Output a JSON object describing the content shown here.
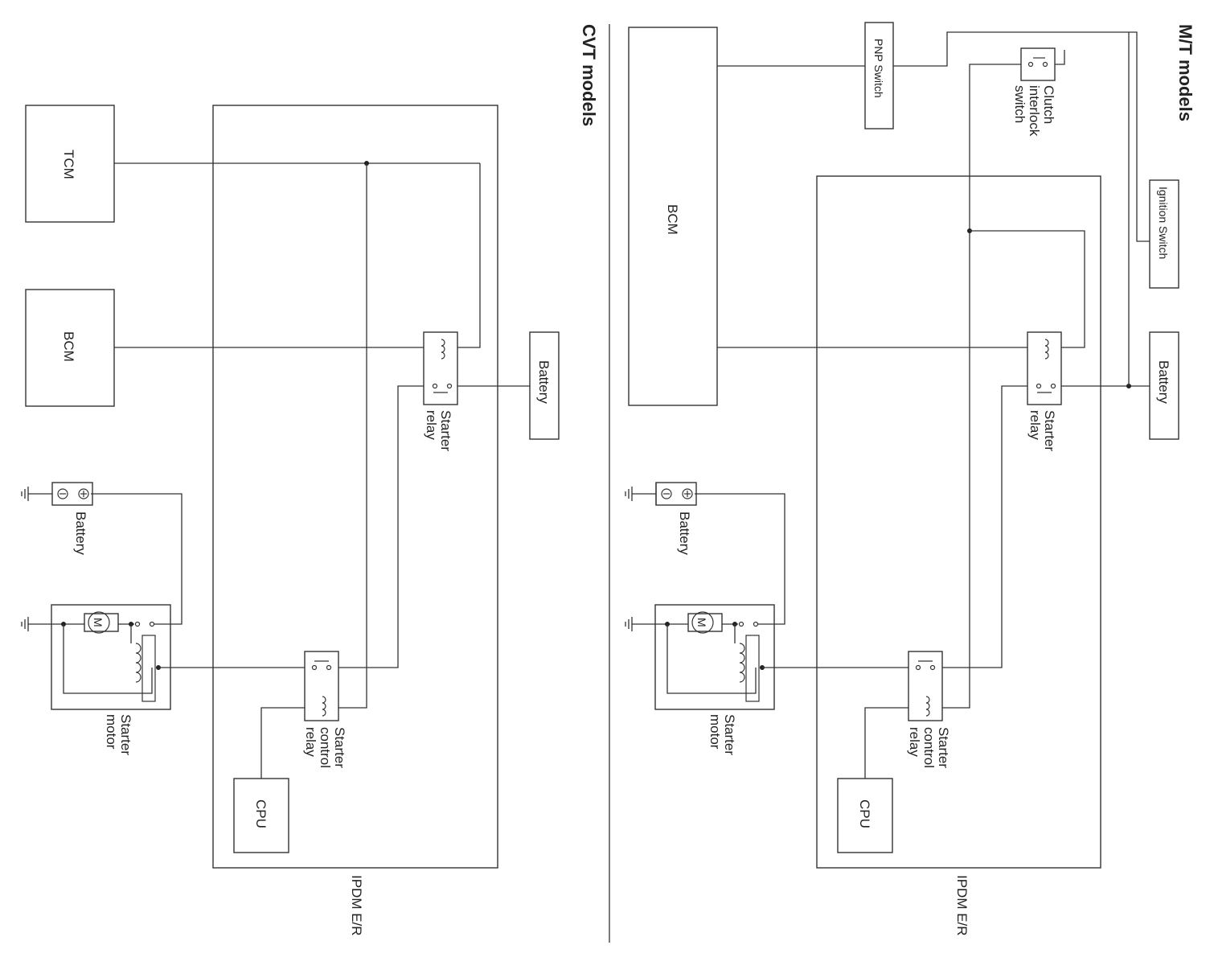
{
  "titles": {
    "mt": "M/T models",
    "cvt": "CVT models"
  },
  "labels": {
    "bcm": "BCM",
    "tcm": "TCM",
    "cpu": "CPU",
    "battery": "Battery",
    "ipdm": "IPDM E/R",
    "pnp_switch": "PNP Switch",
    "ignition_switch": "Ignition Switch",
    "clutch_line1": "Clutch",
    "clutch_line2": "interlock",
    "clutch_line3": "switch",
    "starter_relay_line1": "Starter",
    "starter_relay_line2": "relay",
    "scr_line1": "Starter",
    "scr_line2": "control",
    "scr_line3": "relay",
    "motor_line1": "Starter",
    "motor_line2": "motor",
    "motor_symbol": "M",
    "plus": "+",
    "minus": "−"
  }
}
